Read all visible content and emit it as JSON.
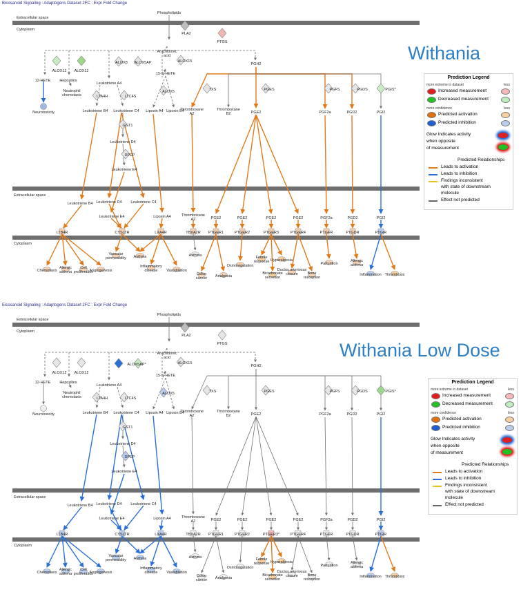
{
  "header": {
    "title": "Bicosanoid Signaling : Adaptogens Dataset 2FC : Expr Fold Change",
    "title_bottom": "Eicosanoid Signaling : Adaptogens Dataset 2FC : Expr Fold Change"
  },
  "panels": [
    {
      "title": "Withania"
    },
    {
      "title": "Withania Low Dose"
    }
  ],
  "regions": {
    "extracellular": "Extracellular space",
    "cytoplasm": "Cytoplasm"
  },
  "legend": {
    "title": "Prediction Legend",
    "more_extreme": "more extreme in dataset",
    "less": "less",
    "increased": "Increased measurement",
    "decreased": "Decreased measurement",
    "more_confidence": "more confidence",
    "pred_activation": "Predicted activation",
    "pred_inhibition": "Predicted inhibition",
    "glow": "Glow Indicates activity",
    "glow2": "when opposite",
    "glow3": "of measurement",
    "relationships_title": "Predicted Relationships",
    "leads_activation": "Leads to activation",
    "leads_inhibition": "Leads to inhibition",
    "inconsistent": "Findings inconsistent",
    "inconsistent2": "with state of downstream",
    "inconsistent3": "molecule",
    "not_predicted": "Effect not predicted",
    "colors": {
      "increased": [
        "#e02020",
        "#f6b8b8"
      ],
      "decreased": [
        "#22c022",
        "#bdf0bd"
      ],
      "activation": [
        "#e07010",
        "#f7cfa0"
      ],
      "inhibition": [
        "#1f5fd0",
        "#b9cdee"
      ],
      "line_activation": "#e07b1c",
      "line_inhibition": "#2a6fd6",
      "line_inconsistent": "#e8c41c",
      "line_not_predicted": "#666666"
    }
  },
  "nodes": {
    "phospholipids": "Phospholipids",
    "pla2": "PLA2",
    "ptgs": "PTGS",
    "arachidonic": "Arachidonic acid",
    "alox12a": "ALOX12",
    "alox12b": "ALOX12",
    "alox8": "ALOX8",
    "alox5ap": "ALOX5AP",
    "alox5ap_star": "ALOX5AP*",
    "alox15": "ALOX15",
    "hete15": "15-S-HETE",
    "alox5": "ALOX5",
    "lipoxin_a4": "Lipoxin A4",
    "lipoxin_b4": "Lipoxin B4",
    "hete12": "12-HETE",
    "hepoxilins": "Hepoxilins",
    "neutrophil": "Neutrophil chemotaxis",
    "neurotoxicity": "Neurotoxicity",
    "leukotriene_a4": "Leukotriene A4",
    "lta4h": "LTA4H",
    "ltc4s": "LTC4S",
    "leukotriene_b4": "Leukotriene B4",
    "leukotriene_c4": "Leukotriene C4",
    "ggt1": "GGT1",
    "leukotriene_d4": "Leukotriene D4",
    "dpep": "DPEP",
    "leukotriene_e4": "Leukotriene E4",
    "pgh2": "PGH2",
    "txs": "TXS",
    "pges": "PGES",
    "pgfs": "PGFS",
    "pgds": "PGDS",
    "pgis_star": "PGIS*",
    "thromboxane_a2": "Thromboxane A2",
    "thromboxane_b2": "Thromboxane B2",
    "pge2": "PGE2",
    "pgf2a": "PGF2a",
    "pgd2": "PGD2",
    "pgi2": "PGI2",
    "ltb4r": "LTB4R",
    "cysltr": "CYSLTR",
    "lxa4r": "LXA4R",
    "tbxa2r": "TBXA2R",
    "ptger1": "PTGER1",
    "ptger2": "PTGER2",
    "ptger3": "PTGER3",
    "ptger3_star": "PTGER3*",
    "ptger4": "PTGER4",
    "ptgfr": "PTGFR",
    "ptgdr": "PTGDR",
    "ptgir": "PTGIR",
    "chemotaxis": "Chemotaxis",
    "allergic_asthma": "Allergic asthma",
    "cell_proliferation": "Cell proliferation",
    "angiogenesis": "Angiogenesis",
    "vascular_perm": "Vascular permeability",
    "asthma": "Asthma",
    "inflammatory_disease": "Inflammatory disease",
    "vasodilation": "Vasodilation",
    "colon_cancer": "Colon cancer",
    "analgesia": "Analgesia",
    "osmoregulation": "Osmoregulation",
    "febrile": "Febrile response",
    "hyperalgesia": "Hyperalgesia",
    "bicarbonate": "Bicarbonate secretion",
    "ductus": "Ductus arteriosus closure",
    "bone": "Bone resorption",
    "parturition": "Parturition",
    "inflammation": "Inflammation",
    "thrombosis": "Thrombosis"
  }
}
